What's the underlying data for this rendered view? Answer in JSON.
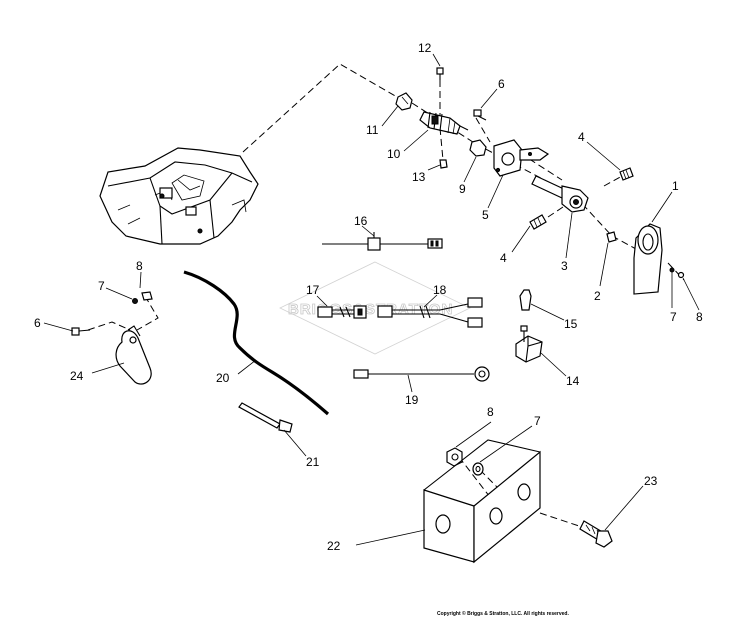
{
  "watermark": "BRIGGS&STRATTON",
  "copyright": "Copyright © Briggs & Stratton, LLC. All rights reserved.",
  "callouts": {
    "c1": "1",
    "c2": "2",
    "c3": "3",
    "c4a": "4",
    "c4b": "4",
    "c5": "5",
    "c6a": "6",
    "c6b": "6",
    "c7a": "7",
    "c7b": "7",
    "c7c": "7",
    "c8a": "8",
    "c8b": "8",
    "c8c": "8",
    "c9": "9",
    "c10": "10",
    "c11": "11",
    "c12": "12",
    "c13": "13",
    "c14": "14",
    "c15": "15",
    "c16": "16",
    "c17": "17",
    "c18": "18",
    "c19": "19",
    "c20": "20",
    "c21": "21",
    "c22": "22",
    "c23": "23",
    "c24": "24"
  }
}
